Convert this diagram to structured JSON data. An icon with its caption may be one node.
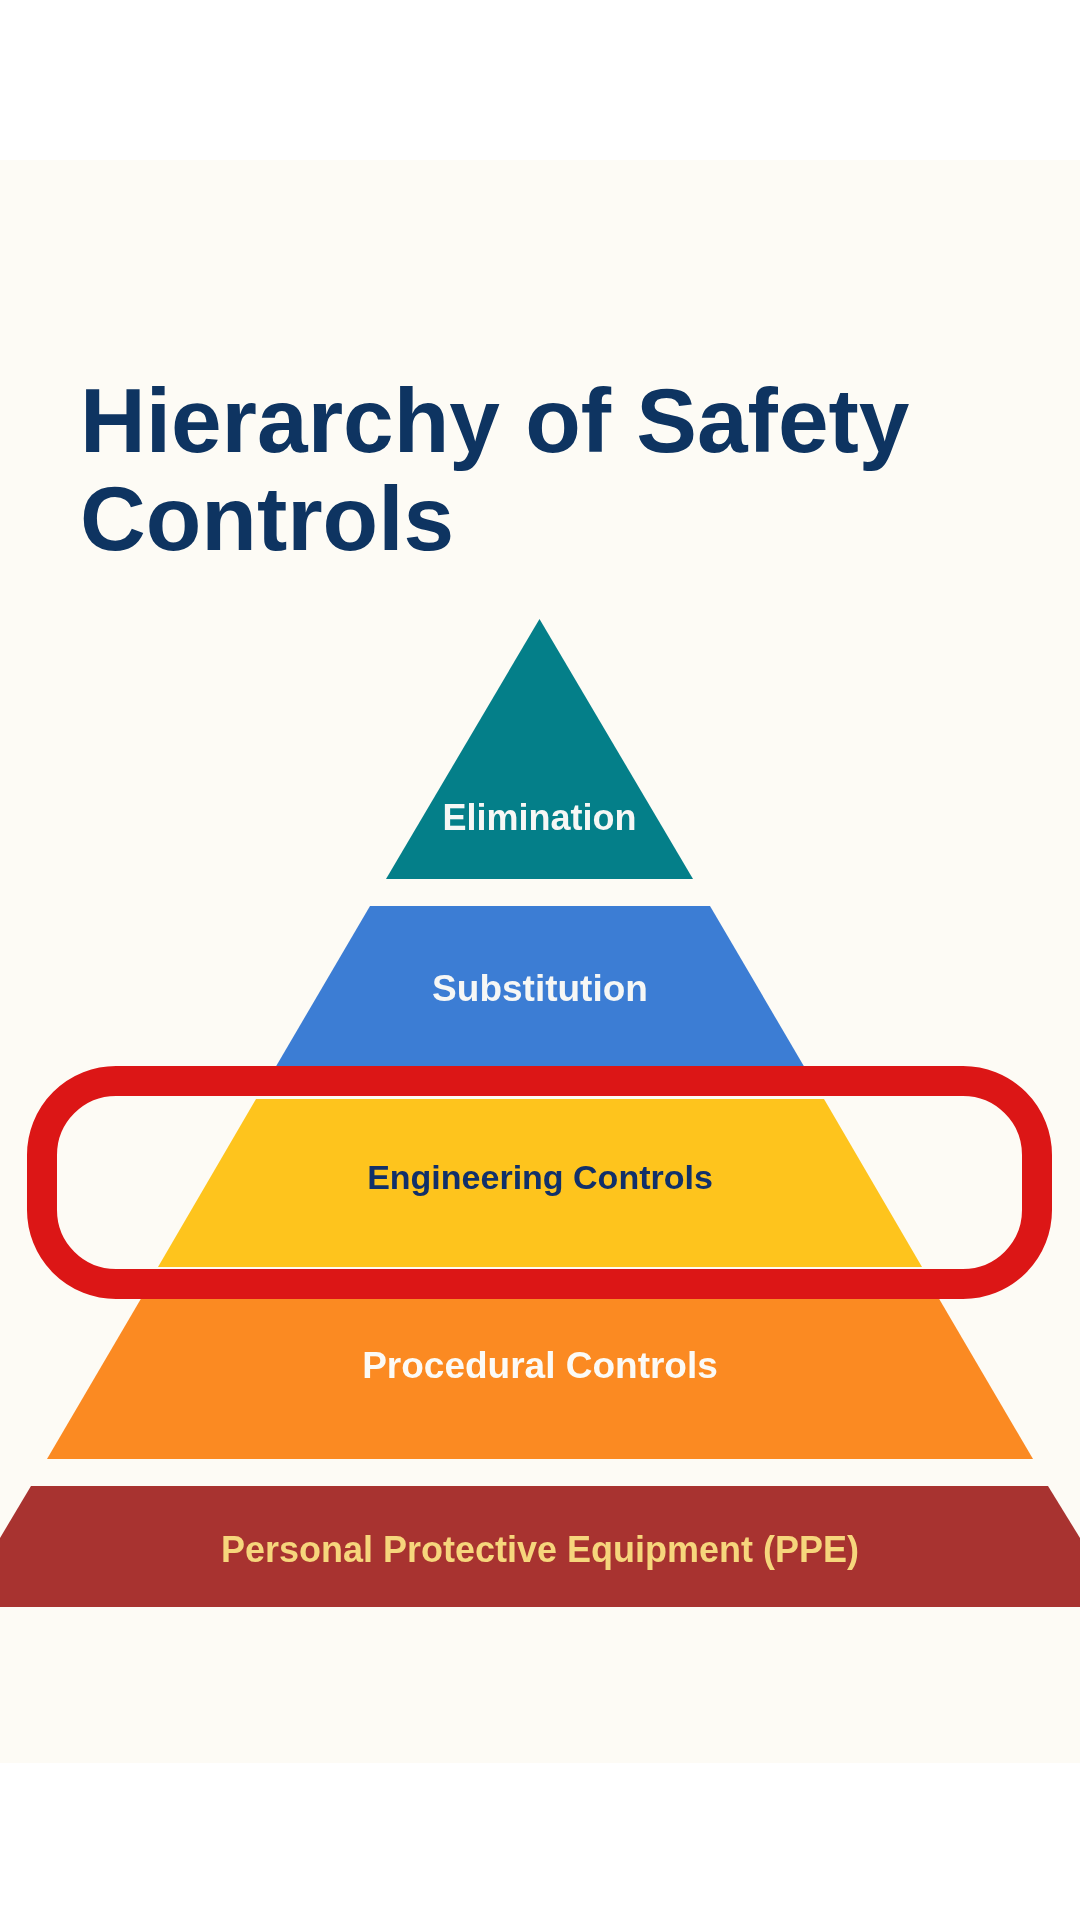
{
  "diagram": {
    "title": "Hierarchy of Safety Controls",
    "nodes": [
      {
        "text": [
          "Elimination"
        ]
      },
      {
        "text": [
          "Substitution"
        ]
      },
      {
        "text": [],
        "shape": "box"
      },
      {
        "text": [
          "Engineering Controls"
        ],
        "in": 2
      },
      {
        "text": [
          "Procedural Controls"
        ]
      },
      {
        "text": [
          "Personal Protective Equipment (PPE)"
        ]
      }
    ]
  }
}
